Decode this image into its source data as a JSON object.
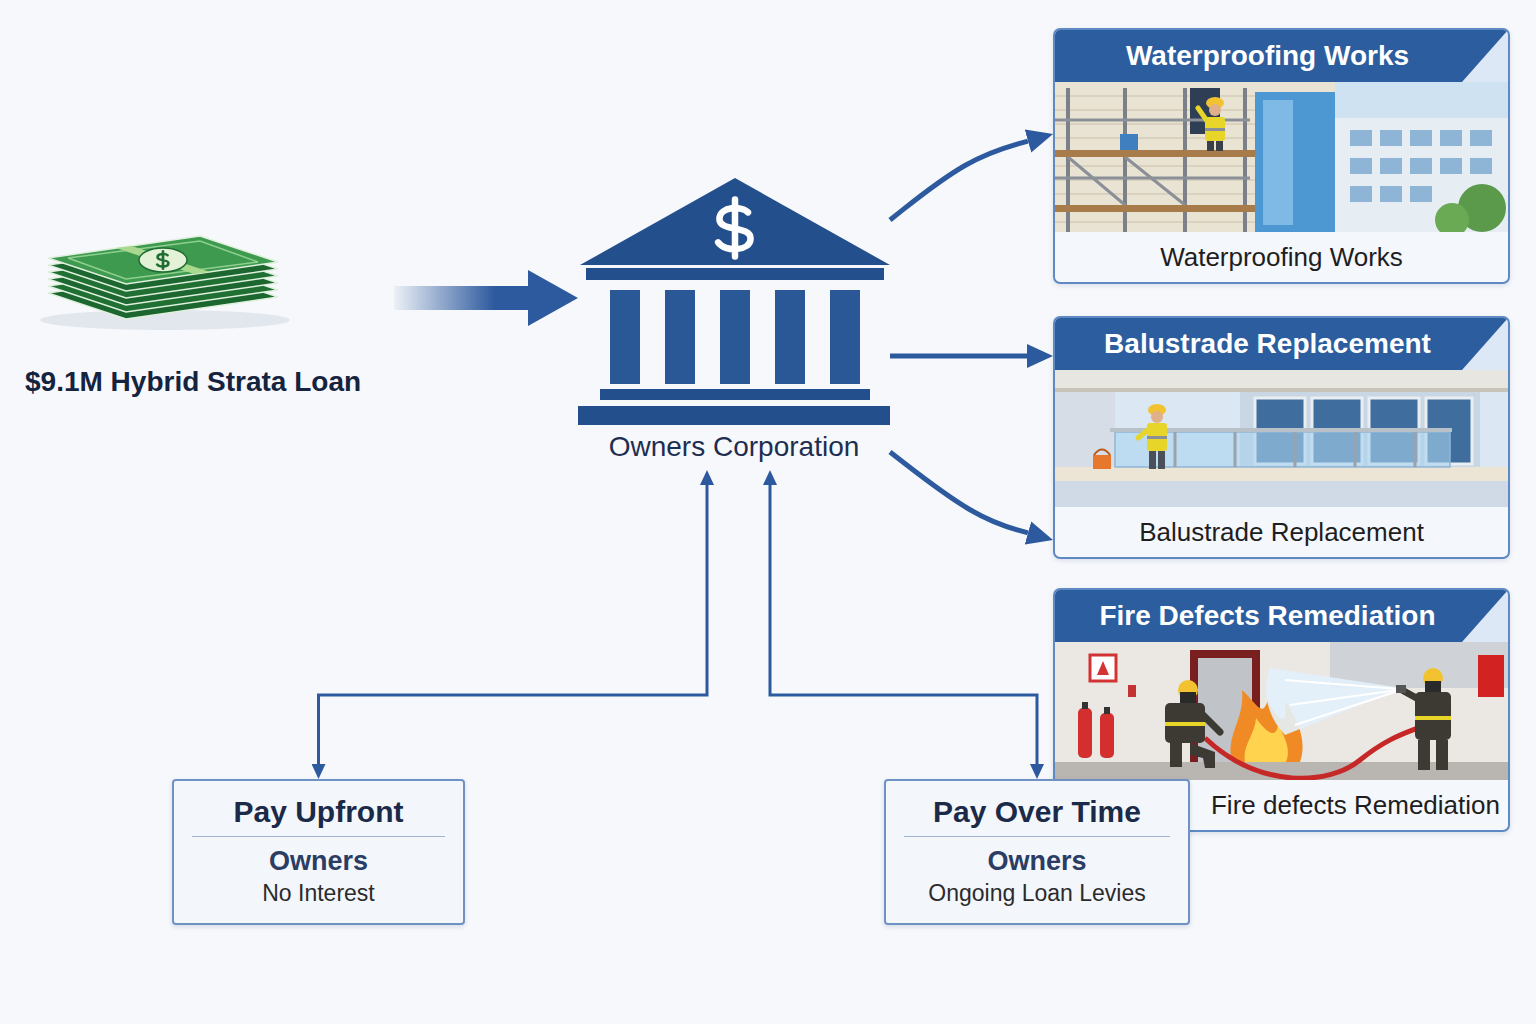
{
  "diagram": {
    "nodes": [
      {
        "text": [
          "$9.1M Hybrid Strata Loan"
        ]
      },
      {
        "text": [
          "Owners Corporation"
        ]
      },
      {
        "text": [
          "Waterproofing Works",
          "Waterproofing Works"
        ]
      },
      {
        "text": [
          "Balustrade Replacement",
          "Balustrade Replacement"
        ]
      },
      {
        "text": [
          "Fire Defects Remediation",
          "Fire defects Remediation"
        ]
      },
      {
        "text": [
          "Pay Upfront",
          "Owners",
          "No Interest"
        ]
      },
      {
        "text": [
          "Pay Over Time",
          "Owners",
          "Ongoing Loan Levies"
        ]
      }
    ],
    "edges": [
      {
        "from": 0,
        "to": 1,
        "arrow": "to"
      },
      {
        "from": 1,
        "to": 2,
        "arrow": "to"
      },
      {
        "from": 1,
        "to": 3,
        "arrow": "to"
      },
      {
        "from": 1,
        "to": 4,
        "arrow": "to"
      },
      {
        "from": 1,
        "to": 5,
        "arrow": "both"
      },
      {
        "from": 1,
        "to": 6,
        "arrow": "both"
      }
    ]
  }
}
